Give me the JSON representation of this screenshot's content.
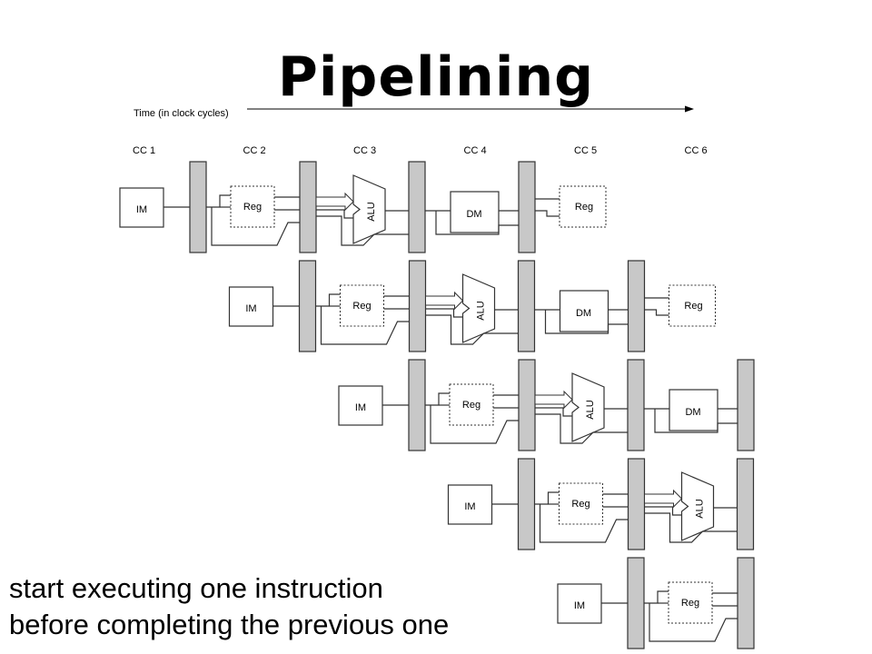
{
  "slide": {
    "title": "Pipelining",
    "caption_line1": "start executing one instruction",
    "caption_line2": "before completing the previous one"
  },
  "timeline": {
    "label": "Time (in clock cycles)",
    "cycles": [
      "CC 1",
      "CC 2",
      "CC 3",
      "CC 4",
      "CC 5",
      "CC 6"
    ]
  },
  "instructions": [
    {
      "stages": [
        "IM",
        "Reg",
        "ALU",
        "DM",
        "Reg"
      ]
    },
    {
      "stages": [
        "IM",
        "Reg",
        "ALU",
        "DM",
        "Reg"
      ]
    },
    {
      "stages": [
        "IM",
        "Reg",
        "ALU",
        "DM"
      ]
    },
    {
      "stages": [
        "IM",
        "Reg",
        "ALU"
      ]
    },
    {
      "stages": [
        "IM",
        "Reg"
      ]
    }
  ],
  "colors": {
    "pipeline_register_fill": "#c8c8c8",
    "stroke": "#333333"
  }
}
